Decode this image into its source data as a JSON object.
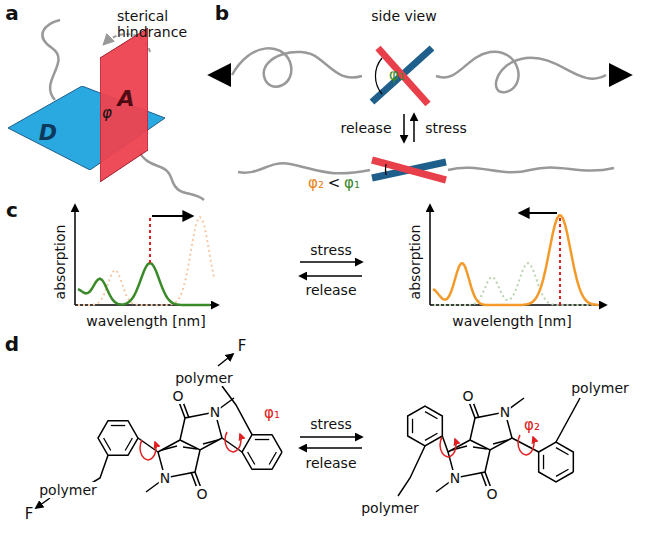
{
  "diagram": {
    "nodes": [
      {
        "text": [
          "D"
        ]
      },
      {
        "text": [
          "A"
        ]
      }
    ],
    "labels": [
      "a",
      "sterical hindrance",
      "φ",
      "b",
      "side view",
      "φ₁",
      "release",
      "stress",
      "φ₂",
      "<",
      "φ₁",
      "c",
      "absorption",
      "wavelength [nm]",
      "stress",
      "release",
      "absorption",
      "wavelength [nm]",
      "d",
      "F",
      "polymer",
      "φ₁",
      "F",
      "polymer",
      "O",
      "N",
      "N",
      "O",
      "stress",
      "release",
      "polymer",
      "polymer",
      "φ₂",
      "O",
      "N",
      "N",
      "O"
    ]
  }
}
